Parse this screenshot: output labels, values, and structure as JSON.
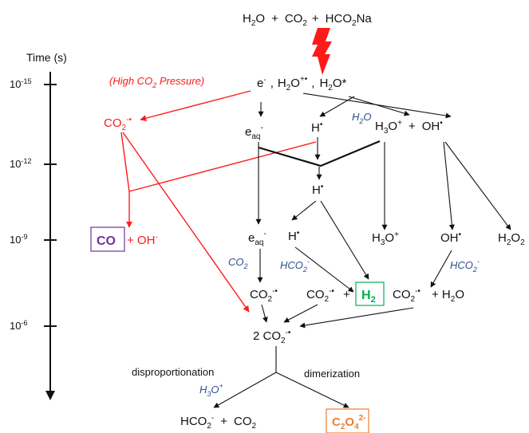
{
  "colors": {
    "black": "#111111",
    "red": "#ff1a1a",
    "blue_italic": "#2f4f8f",
    "co_purple": "#7030a0",
    "h2_green": "#00b050",
    "oxalate_orange": "#ed7d31"
  },
  "time_axis": {
    "label": "Time (s)",
    "ticks": [
      {
        "base": "10",
        "exp": "-15"
      },
      {
        "base": "10",
        "exp": "-12"
      },
      {
        "base": "10",
        "exp": "-9"
      },
      {
        "base": "10",
        "exp": "-6"
      }
    ]
  },
  "reactants": {
    "h2o": {
      "main": "H",
      "sub": "2",
      "tail": "O"
    },
    "plus1": "+",
    "co2": {
      "main": "CO",
      "sub": "2"
    },
    "plus2": "+",
    "hco2na": {
      "main": "HCO",
      "sub": "2",
      "tail": "Na"
    }
  },
  "primary": {
    "e": {
      "main": "e",
      "sup": "-"
    },
    "comma1": ",",
    "h2o_radical_cation": {
      "main": "H",
      "sub": "2",
      "tail": "O",
      "sup": "+•"
    },
    "comma2": ",",
    "h2o_excited": {
      "main": "H",
      "sub": "2",
      "tail": "O*"
    }
  },
  "high_pressure_note": {
    "open": "(High CO",
    "sub": "2",
    "close": " Pressure)"
  },
  "co2_radical_left": {
    "main": "CO",
    "sub": "2",
    "sup": "-•"
  },
  "e_aq_top": {
    "main": "e",
    "sub": "aq",
    "sup": "-"
  },
  "h_radical_1": {
    "main": "H",
    "sup": "•"
  },
  "h2o_label_top": {
    "main": "H",
    "sub": "2",
    "tail": "O"
  },
  "h3o_top": {
    "main": "H",
    "sub": "3",
    "tail": "O",
    "sup": "+"
  },
  "plus_top": "+",
  "oh_top": {
    "main": "OH",
    "sup": "•"
  },
  "h_radical_2": {
    "main": "H",
    "sup": "•"
  },
  "co_box": {
    "label": "CO"
  },
  "co_plus_oh": {
    "main": "+ OH",
    "sup": "-"
  },
  "e_aq_mid": {
    "main": "e",
    "sub": "aq",
    "sup": "-"
  },
  "h_radical_3": {
    "main": "H",
    "sup": "•"
  },
  "h3o_mid": {
    "main": "H",
    "sub": "3",
    "tail": "O",
    "sup": "+"
  },
  "oh_mid": {
    "main": "OH",
    "sup": "•"
  },
  "h2o2_mid": {
    "main": "H",
    "sub": "2",
    "tail": "O",
    "sub2": "2"
  },
  "co2_label": {
    "main": "CO",
    "sub": "2"
  },
  "hco2_label_mid": {
    "main": "HCO",
    "sub": "2",
    "sup": "-"
  },
  "hco2_label_right": {
    "main": "HCO",
    "sub": "2",
    "sup": "-"
  },
  "co2_radical_a": {
    "main": "CO",
    "sub": "2",
    "sup": "-•"
  },
  "co2_radical_b": {
    "main": "CO",
    "sub": "2",
    "sup": "-•"
  },
  "plus_h2": "+",
  "h2_box": {
    "main": "H",
    "sub": "2"
  },
  "co2_radical_c": {
    "main": "CO",
    "sub": "2",
    "sup": "-•"
  },
  "plus_h2o": {
    "main": "+ H",
    "sub": "2",
    "tail": "O"
  },
  "two_co2_radical": {
    "main": "2 CO",
    "sub": "2",
    "sup": "-•"
  },
  "disproportionation": "disproportionation",
  "dimerization": "dimerization",
  "h3o_label_bottom": {
    "main": "H",
    "sub": "3",
    "tail": "O",
    "sup": "+"
  },
  "hco2_product": {
    "main": "HCO",
    "sub": "2",
    "sup": "-"
  },
  "plus_products": "+",
  "co2_product": {
    "main": "CO",
    "sub": "2"
  },
  "oxalate_box": {
    "main": "C",
    "sub": "2",
    "mid": "O",
    "sub2": "4",
    "sup": "2-"
  }
}
